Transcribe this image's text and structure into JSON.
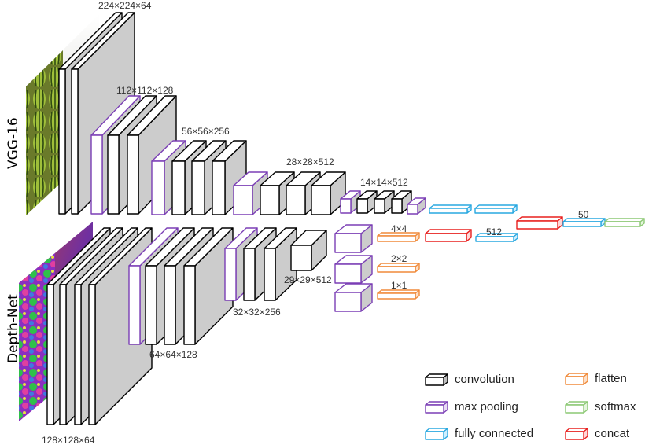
{
  "rows": {
    "top": "VGG-16",
    "bottom": "Depth-Net"
  },
  "colors": {
    "convolution": "#000000",
    "max_pooling": "#7b3fb5",
    "fully_connected": "#29a8e0",
    "flatten": "#f08a3a",
    "softmax": "#8cc874",
    "concat": "#e8201f",
    "side": "#cccccc"
  },
  "vgg": {
    "dims": [
      "224×224×64",
      "112×112×128",
      "56×56×256",
      "28×28×512",
      "14×14×512"
    ],
    "fc_label": "50"
  },
  "depth": {
    "dims": [
      "128×128×64",
      "64×64×128",
      "32×32×256",
      "29×29×512"
    ],
    "flatten_dims": [
      "4×4",
      "2×2",
      "1×1"
    ],
    "fc_label": "512"
  },
  "legend": [
    {
      "label": "convolution",
      "color_key": "convolution"
    },
    {
      "label": "max pooling",
      "color_key": "max_pooling"
    },
    {
      "label": "fully connected",
      "color_key": "fully_connected"
    },
    {
      "label": "flatten",
      "color_key": "flatten"
    },
    {
      "label": "softmax",
      "color_key": "softmax"
    },
    {
      "label": "concat",
      "color_key": "concat"
    }
  ]
}
